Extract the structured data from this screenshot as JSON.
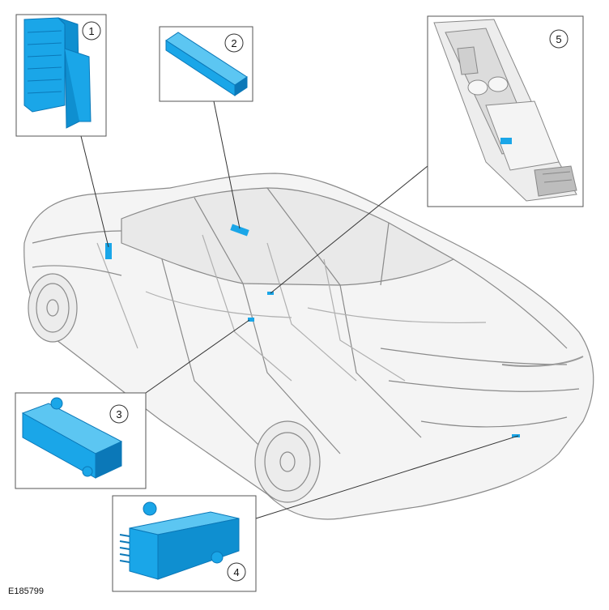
{
  "reference_code": "E185799",
  "callouts": [
    {
      "id": "1",
      "label": "1",
      "component": "blue-module-stack"
    },
    {
      "id": "2",
      "label": "2",
      "component": "blue-bar-module"
    },
    {
      "id": "3",
      "label": "3",
      "component": "blue-bracket-module"
    },
    {
      "id": "4",
      "label": "4",
      "component": "blue-finned-module"
    },
    {
      "id": "5",
      "label": "5",
      "component": "center-console-view"
    }
  ],
  "colors": {
    "component": "#1aa6e8",
    "component_dark": "#0b78b8",
    "vehicle_outline": "#8a8a8a",
    "leader_line": "#333333",
    "frame": "#555555"
  }
}
